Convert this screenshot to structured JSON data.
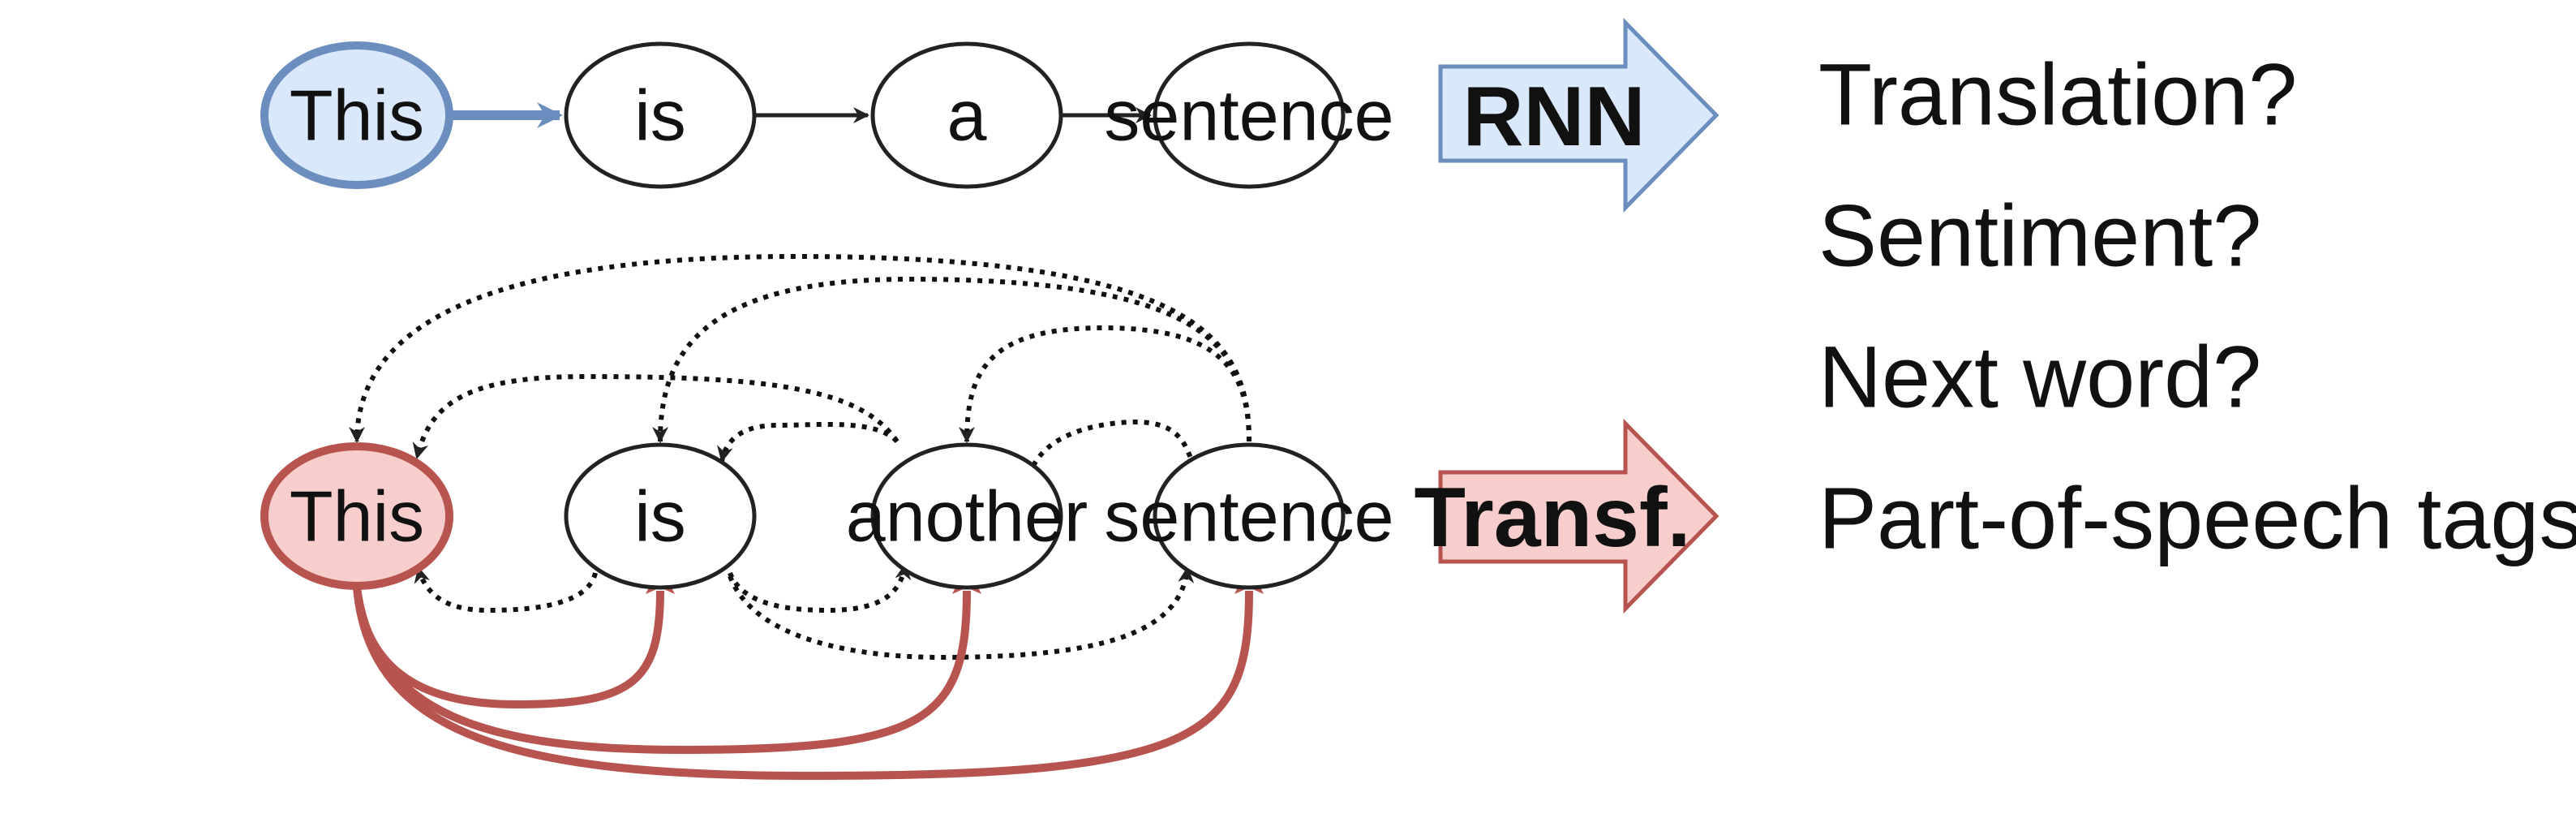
{
  "rnn_row": {
    "tokens": [
      "This",
      "is",
      "a",
      "sentence"
    ],
    "highlight_fill": "#dae8fc",
    "highlight_stroke": "#6c8ebf"
  },
  "transformer_row": {
    "tokens": [
      "This",
      "is",
      "another",
      "sentence"
    ],
    "highlight_fill": "#f8cecc",
    "highlight_stroke": "#b85450"
  },
  "arrows": {
    "rnn": {
      "label": "RNN",
      "fill": "#dae8fc",
      "stroke": "#6c8ebf"
    },
    "transformer": {
      "label": "Transf.",
      "fill": "#f8cecc",
      "stroke": "#b85450"
    }
  },
  "tasks": [
    "Translation?",
    "Sentiment?",
    "Next word?",
    "Part-of-speech tags?"
  ]
}
